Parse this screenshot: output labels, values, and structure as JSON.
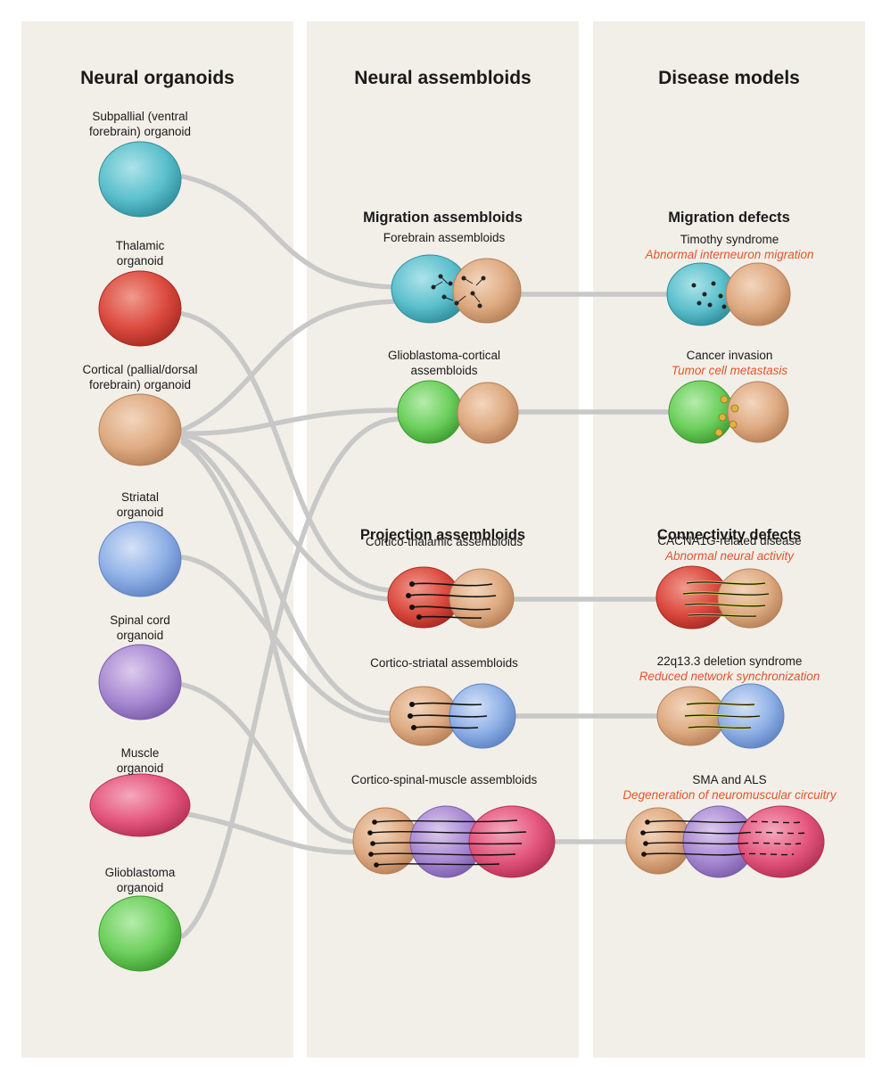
{
  "columns": {
    "organoids": "Neural organoids",
    "assembloids": "Neural assembloids",
    "disease": "Disease models"
  },
  "sections": {
    "migration_assembloids": "Migration assembloids",
    "migration_defects": "Migration defects",
    "projection_assembloids": "Projection assembloids",
    "connectivity_defects": "Connectivity defects"
  },
  "organoids": [
    {
      "line1": "Subpallial (ventral",
      "line2": "forebrain) organoid",
      "color": "#5bc0cc"
    },
    {
      "line1": "Thalamic",
      "line2": "organoid",
      "color": "#dc4a3f"
    },
    {
      "line1": "Cortical (pallial/dorsal",
      "line2": "forebrain) organoid",
      "color": "#deaa82"
    },
    {
      "line1": "Striatal",
      "line2": "organoid",
      "color": "#8fb0e6"
    },
    {
      "line1": "Spinal cord",
      "line2": "organoid",
      "color": "#a98ad3"
    },
    {
      "line1": "Muscle",
      "line2": "organoid",
      "color": "#e4567c"
    },
    {
      "line1": "Glioblastoma",
      "line2": "organoid",
      "color": "#6ccf5c"
    }
  ],
  "assembloids": [
    {
      "line1": "Forebrain assembloids",
      "line2": ""
    },
    {
      "line1": "Glioblastoma-cortical",
      "line2": "assembloids"
    },
    {
      "line1": "Cortico-thalamic assembloids",
      "line2": ""
    },
    {
      "line1": "Cortico-striatal assembloids",
      "line2": ""
    },
    {
      "line1": "Cortico-spinal-muscle assembloids",
      "line2": ""
    }
  ],
  "diseases": [
    {
      "name": "Timothy syndrome",
      "phenotype": "Abnormal interneuron migration"
    },
    {
      "name": "Cancer invasion",
      "phenotype": "Tumor cell metastasis"
    },
    {
      "name": "CACNA1G-related disease",
      "phenotype": "Abnormal neural activity"
    },
    {
      "name": "22q13.3 deletion syndrome",
      "phenotype": "Reduced network synchronization"
    },
    {
      "name": "SMA and ALS",
      "phenotype": "Degeneration of neuromuscular circuitry"
    }
  ],
  "colors": {
    "panel": "#f2efe8",
    "connector": "#c8c8c8",
    "phenotype_text": "#e2552c",
    "tumor_cell": "#e3b23c"
  }
}
